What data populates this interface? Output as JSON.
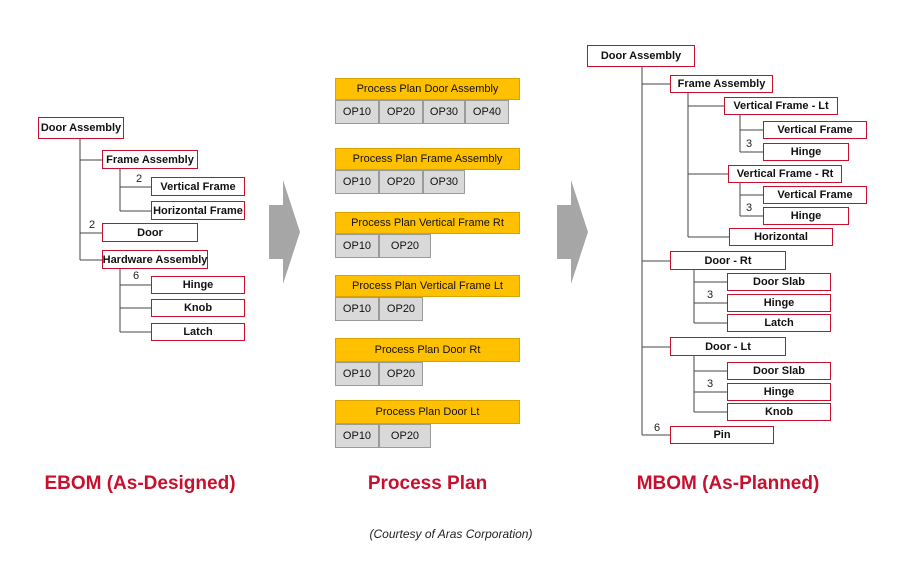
{
  "ebom": {
    "title": "EBOM (As-Designed)",
    "nodes": {
      "door_assembly": "Door Assembly",
      "frame_assembly": "Frame Assembly",
      "vertical_frame": "Vertical Frame",
      "horizontal_frame": "Horizontal Frame",
      "door": "Door",
      "hardware_assembly": "Hardware Assembly",
      "hinge": "Hinge",
      "knob": "Knob",
      "latch": "Latch"
    },
    "quantities": {
      "vertical_frame": "2",
      "door": "2",
      "hinge": "6"
    }
  },
  "process_plan": {
    "title": "Process Plan",
    "plans": [
      {
        "name": "Process Plan Door Assembly",
        "ops": [
          "OP10",
          "OP20",
          "OP30",
          "OP40"
        ]
      },
      {
        "name": "Process Plan Frame Assembly",
        "ops": [
          "OP10",
          "OP20",
          "OP30"
        ]
      },
      {
        "name": "Process Plan Vertical Frame Rt",
        "ops": [
          "OP10",
          "OP20"
        ]
      },
      {
        "name": "Process Plan Vertical Frame Lt",
        "ops": [
          "OP10",
          "OP20"
        ]
      },
      {
        "name": "Process Plan Door Rt",
        "ops": [
          "OP10",
          "OP20"
        ]
      },
      {
        "name": "Process Plan Door Lt",
        "ops": [
          "OP10",
          "OP20"
        ]
      }
    ]
  },
  "mbom": {
    "title": "MBOM (As-Planned)",
    "nodes": {
      "door_assembly": "Door Assembly",
      "frame_assembly": "Frame Assembly",
      "vertical_frame_lt": "Vertical Frame - Lt",
      "vf_lt_vertical_frame": "Vertical Frame",
      "vf_lt_hinge": "Hinge",
      "vertical_frame_rt": "Vertical Frame - Rt",
      "vf_rt_vertical_frame": "Vertical Frame",
      "vf_rt_hinge": "Hinge",
      "horizontal": "Horizontal",
      "door_rt": "Door - Rt",
      "door_rt_slab": "Door Slab",
      "door_rt_hinge": "Hinge",
      "door_rt_latch": "Latch",
      "door_lt": "Door - Lt",
      "door_lt_slab": "Door Slab",
      "door_lt_hinge": "Hinge",
      "door_lt_knob": "Knob",
      "pin": "Pin"
    },
    "quantities": {
      "vf_lt_hinge": "3",
      "vf_rt_hinge": "3",
      "door_rt_hinge": "3",
      "door_lt_hinge": "3",
      "pin": "6"
    }
  },
  "credit": "(Courtesy of Aras Corporation)",
  "colors": {
    "accent_red": "#c8102e",
    "plan_header": "#ffc000",
    "op_cell": "#d9d9d9",
    "arrow": "#a6a6a6"
  }
}
